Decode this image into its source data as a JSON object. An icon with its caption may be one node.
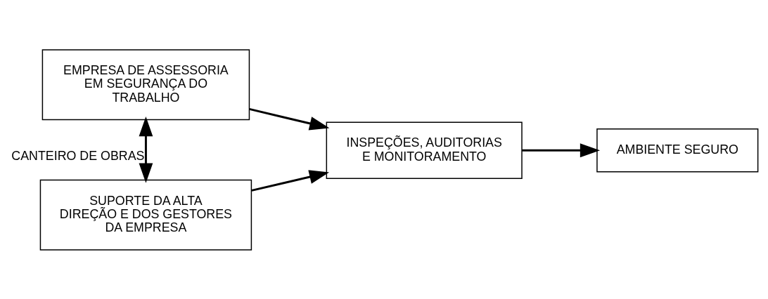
{
  "diagram": {
    "nodes": [
      {
        "text": [
          "EMPRESA DE ASSESSORIA EM SEGURANÇA DO TRABALHO"
        ]
      },
      {
        "text": [
          "INSPEÇÕES, AUDITORIAS E MONITORAMENTO"
        ]
      },
      {
        "text": [
          "AMBIENTE SEGURO"
        ]
      },
      {
        "text": [
          "SUPORTE DA ALTA DIREÇÃO E DOS GESTORES DA EMPRESA"
        ]
      }
    ],
    "edges": [
      {
        "from": 0,
        "to": 1,
        "arrow": "to"
      },
      {
        "from": 1,
        "to": 2,
        "arrow": "to"
      },
      {
        "from": 0,
        "to": 3,
        "arrow": "both",
        "label": "CANTEIRO DE OBRAS"
      },
      {
        "from": 3,
        "to": 1,
        "arrow": "to"
      }
    ]
  }
}
